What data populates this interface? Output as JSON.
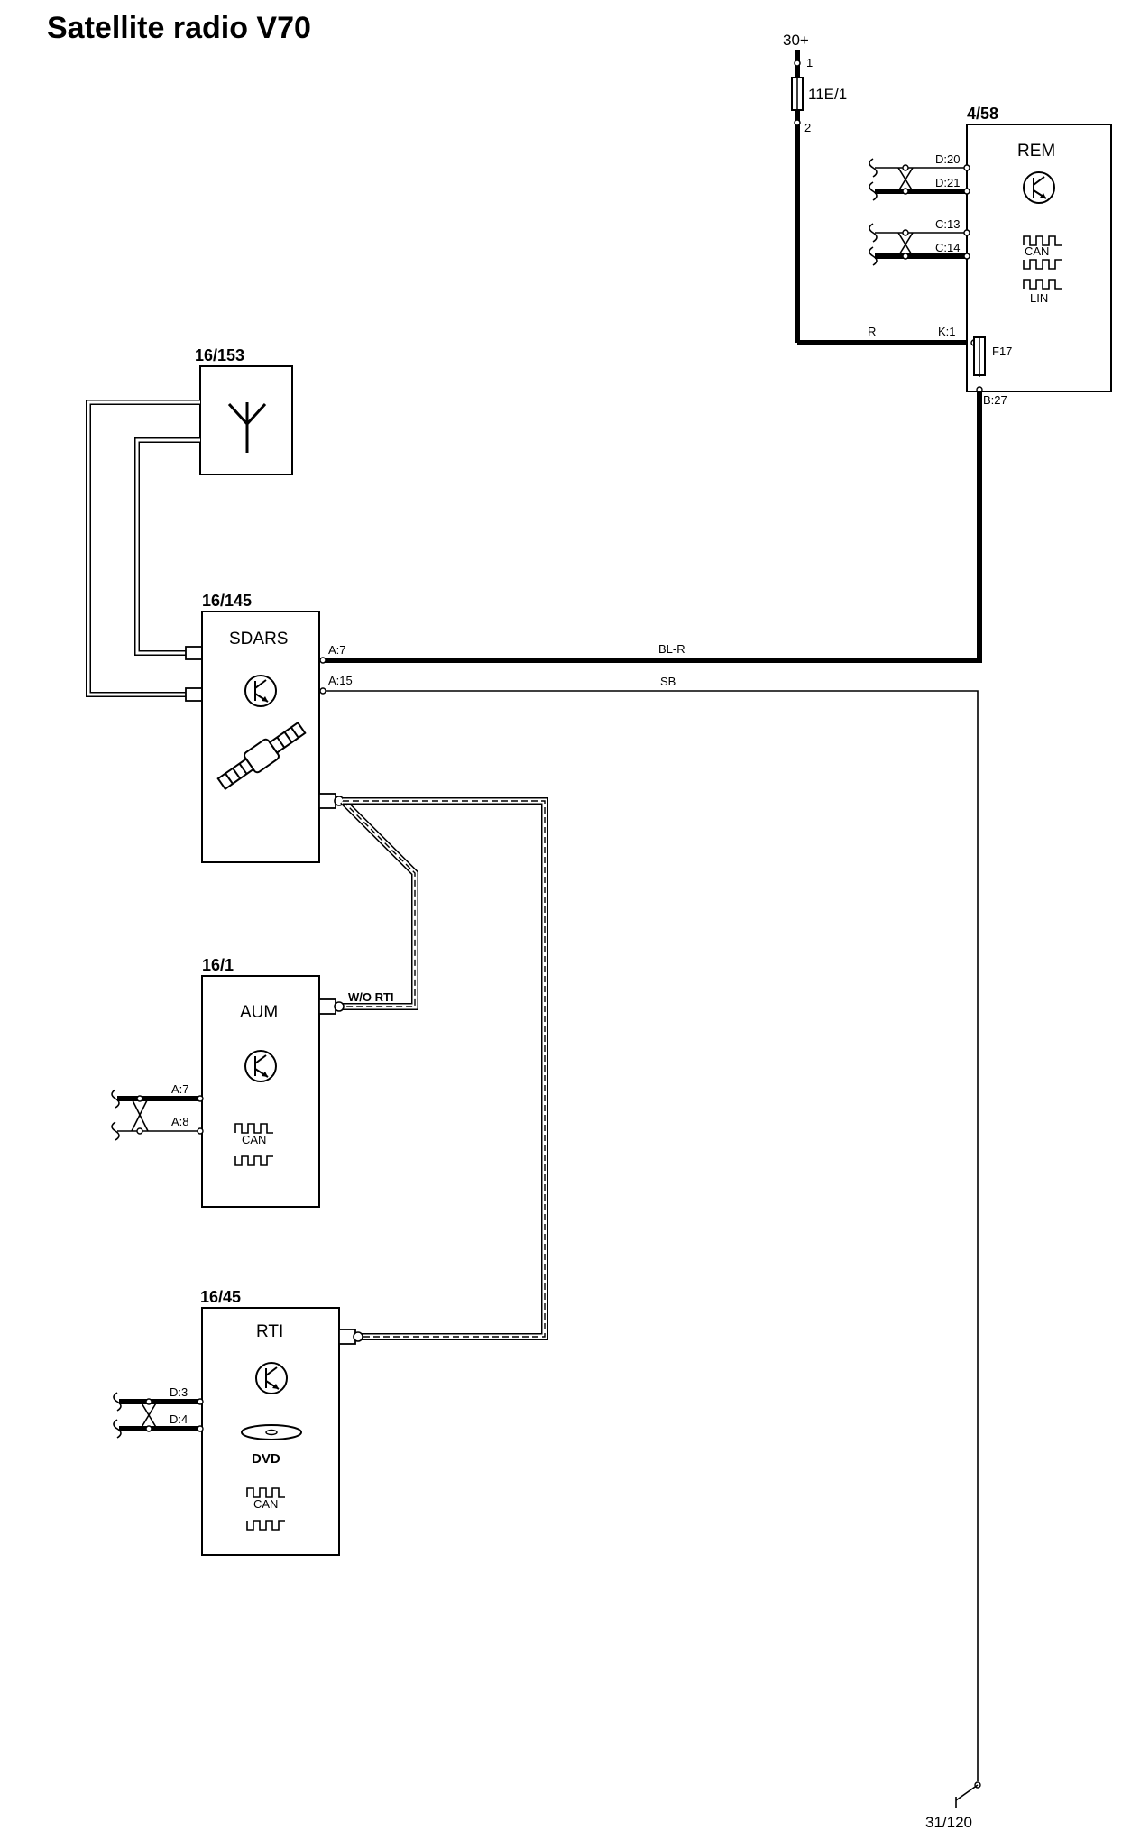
{
  "title": "Satellite radio V70",
  "supply": {
    "label": "30+",
    "fuse_id": "11E/1",
    "pin_top": "1",
    "pin_bottom": "2"
  },
  "ground": {
    "label": "31/120"
  },
  "components": {
    "rem": {
      "id": "4/58",
      "name": "REM",
      "pins": [
        "D:20",
        "D:21",
        "C:13",
        "C:14",
        "K:1",
        "B:27"
      ],
      "fuse": "F17",
      "bus_labels": [
        "CAN",
        "LIN"
      ]
    },
    "antenna": {
      "id": "16/153"
    },
    "sdars": {
      "id": "16/145",
      "name": "SDARS",
      "pins": [
        "A:7",
        "A:15"
      ]
    },
    "aum": {
      "id": "16/1",
      "name": "AUM",
      "pins": [
        "A:7",
        "A:8"
      ],
      "bus_label": "CAN",
      "option": "W/O RTI"
    },
    "rti": {
      "id": "16/45",
      "name": "RTI",
      "pins": [
        "D:3",
        "D:4"
      ],
      "media": "DVD",
      "bus_label": "CAN"
    }
  },
  "wires": {
    "supply_color": "R",
    "sdars_power": "BL-R",
    "sdars_ground": "SB"
  }
}
